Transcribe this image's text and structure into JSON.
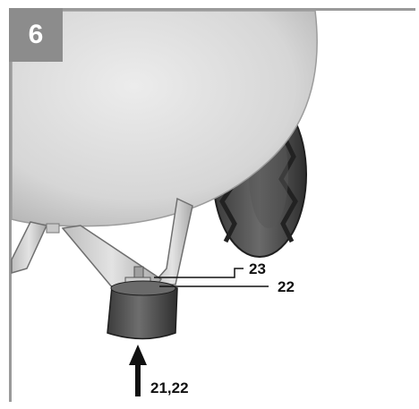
{
  "figure": {
    "number": "6"
  },
  "callouts": {
    "label_23": "23",
    "label_22": "22",
    "label_21_22": "21,22"
  }
}
